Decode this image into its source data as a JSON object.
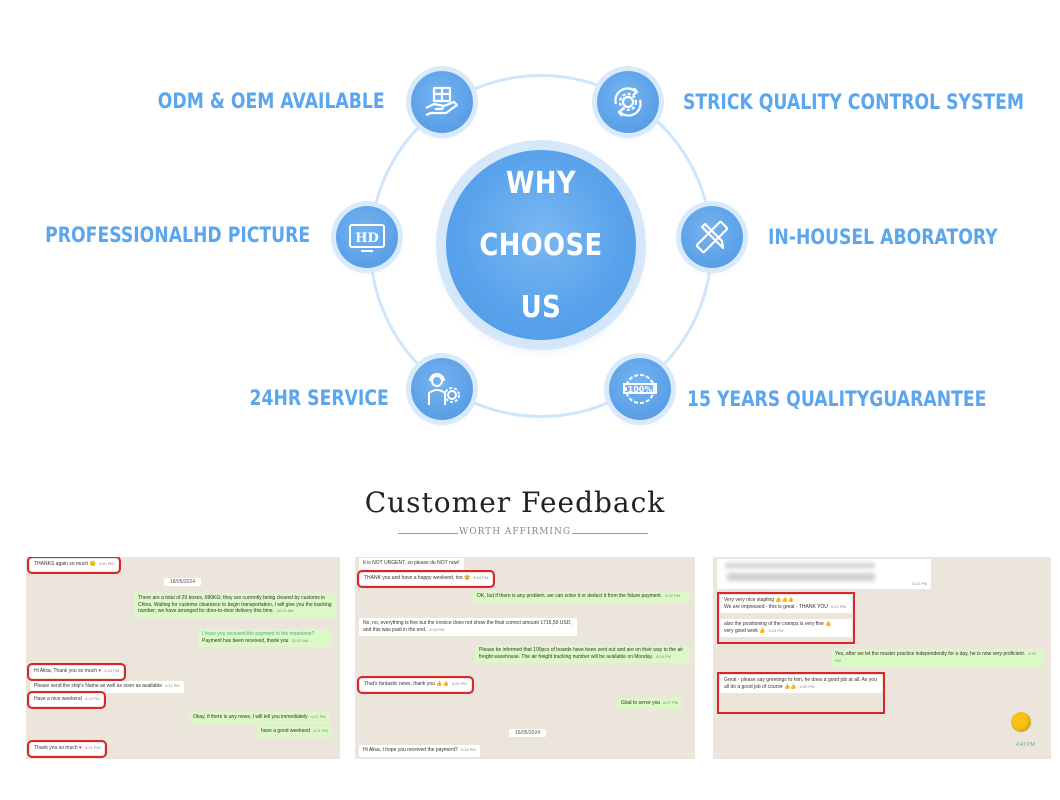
{
  "why": {
    "center_lines": [
      "WHY",
      "CHOOSE",
      "US"
    ],
    "features": [
      {
        "label": "ODM & OEM AVAILABLE",
        "icon": "hand-box-icon"
      },
      {
        "label": "STRICK QUALITY CONTROL SYSTEM",
        "icon": "gear-cycle-icon"
      },
      {
        "label": "PROFESSIONALHD PICTURE",
        "icon": "hd-icon"
      },
      {
        "label": "IN-HOUSEL ABORATORY",
        "icon": "ruler-pencil-icon"
      },
      {
        "label": "24HR SERVICE",
        "icon": "support-agent-icon"
      },
      {
        "label": "15 YEARS QUALITYGUARANTEE",
        "icon": "badge-100-icon"
      }
    ],
    "colors": {
      "accent": "#5ca6ee",
      "ring": "#cfe5fb",
      "center": "#5aa3ec"
    }
  },
  "feedback": {
    "title": "Customer Feedback",
    "subtitle": "WORTH AFFIRMING",
    "panel1": {
      "m1": "THANKS again so much",
      "m1_time": "4:20 PM",
      "date": "18/05/2024",
      "m2": "There are a total of 29 boxes, 690KG; they are currently being cleared by customs in China. Waiting for customs clearance to begin transportation, I will give you the tracking number; we have arranged for door-to-door delivery this time.",
      "m2_time": "10:11 AM",
      "m3": "I hope you received the payment in the meantime?",
      "m4": "Payment has been received, thank you",
      "m4_time": "10:12 AM",
      "m5": "Hi Alisa, Thank you so much",
      "m5_time": "4:10 PM",
      "m6": "Please send the ship's Name as well as soon as available",
      "m6_time": "4:11 PM",
      "m7": "Have a nice weekend",
      "m7_time": "4:11 PM",
      "m8": "Okay, if there is any news, I will tell you immediately",
      "m8_time": "4:21 PM",
      "m9": "have a good weekend",
      "m9_time": "4:21 PM",
      "m10": "Thank you so much",
      "m10_time": "4:21 PM"
    },
    "panel2": {
      "m1": "It is NOT URGENT, so please do NOT now!",
      "m2": "THANK you and have a happy weekend, too",
      "m2_time": "8:18 PM",
      "m3": "OK, but if there is any problem, we can solve it or deduct it from the future payment.",
      "m3_time": "8:22 PM",
      "m4": "No, no, everything is fine but the invoice does not show the final correct amount 1715,50 USD, and this was paid in the end.",
      "m4_time": "8:24 PM",
      "m5": "Please be informed that 100pcs of boards have been sent out and are on their way to the air freight warehouse. The air freight tracking number will be available on Monday.",
      "m5_time": "8:25 PM",
      "m6": "That's fantastic news, thank you",
      "m6_time": "8:26 PM",
      "m7": "Glad to serve you",
      "m7_time": "8:27 PM",
      "date": "15/05/2024",
      "m8": "Hi Alisa, I hope you received the payment?",
      "m8_time": "3:18 PM"
    },
    "panel3": {
      "m1_time": "4:22 PM",
      "m2": "Very very nice stapling",
      "m3": "We are impressed - this is great - THANK YOU",
      "m3_time": "4:22 PM",
      "m4": "also the positioning of the cramps is very fine",
      "m5": "very good work",
      "m5_time": "4:24 PM",
      "m6": "Yes, after we let the master practice independently for a day, he is now very proficient.",
      "m6_time": "4:29 PM",
      "m7": "Great - please say greetings to him, he does a good job at all. As you all do a good job of course",
      "m7_time": "4:30 PM",
      "m8_time": "4:41 PM"
    },
    "colors": {
      "highlight": "#d9262b",
      "chat_bg": "#ece5dc",
      "outgoing": "#dcf8c6"
    }
  }
}
